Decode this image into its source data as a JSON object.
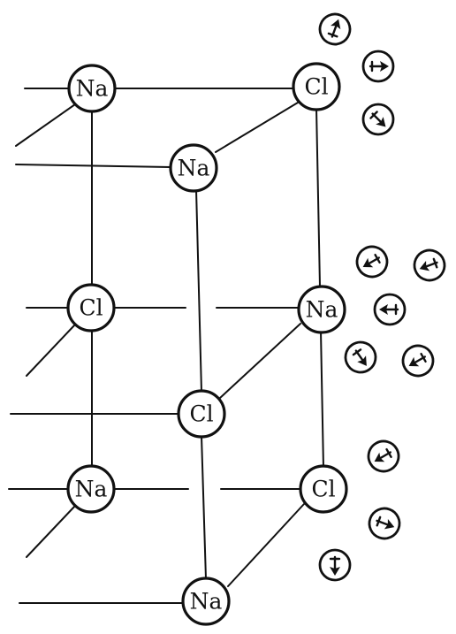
{
  "lattice": {
    "atoms": [
      {
        "id": "na-1",
        "label": "Na"
      },
      {
        "id": "cl-1",
        "label": "Cl"
      },
      {
        "id": "na-2",
        "label": "Na"
      },
      {
        "id": "cl-2",
        "label": "Cl"
      },
      {
        "id": "na-3",
        "label": "Na"
      },
      {
        "id": "cl-3",
        "label": "Cl"
      },
      {
        "id": "na-4",
        "label": "Na"
      },
      {
        "id": "cl-4",
        "label": "Cl"
      },
      {
        "id": "na-5",
        "label": "Na"
      }
    ]
  },
  "solvent": {
    "molecule_icon": "polar-molecule-icon",
    "positive_sign": "+"
  }
}
